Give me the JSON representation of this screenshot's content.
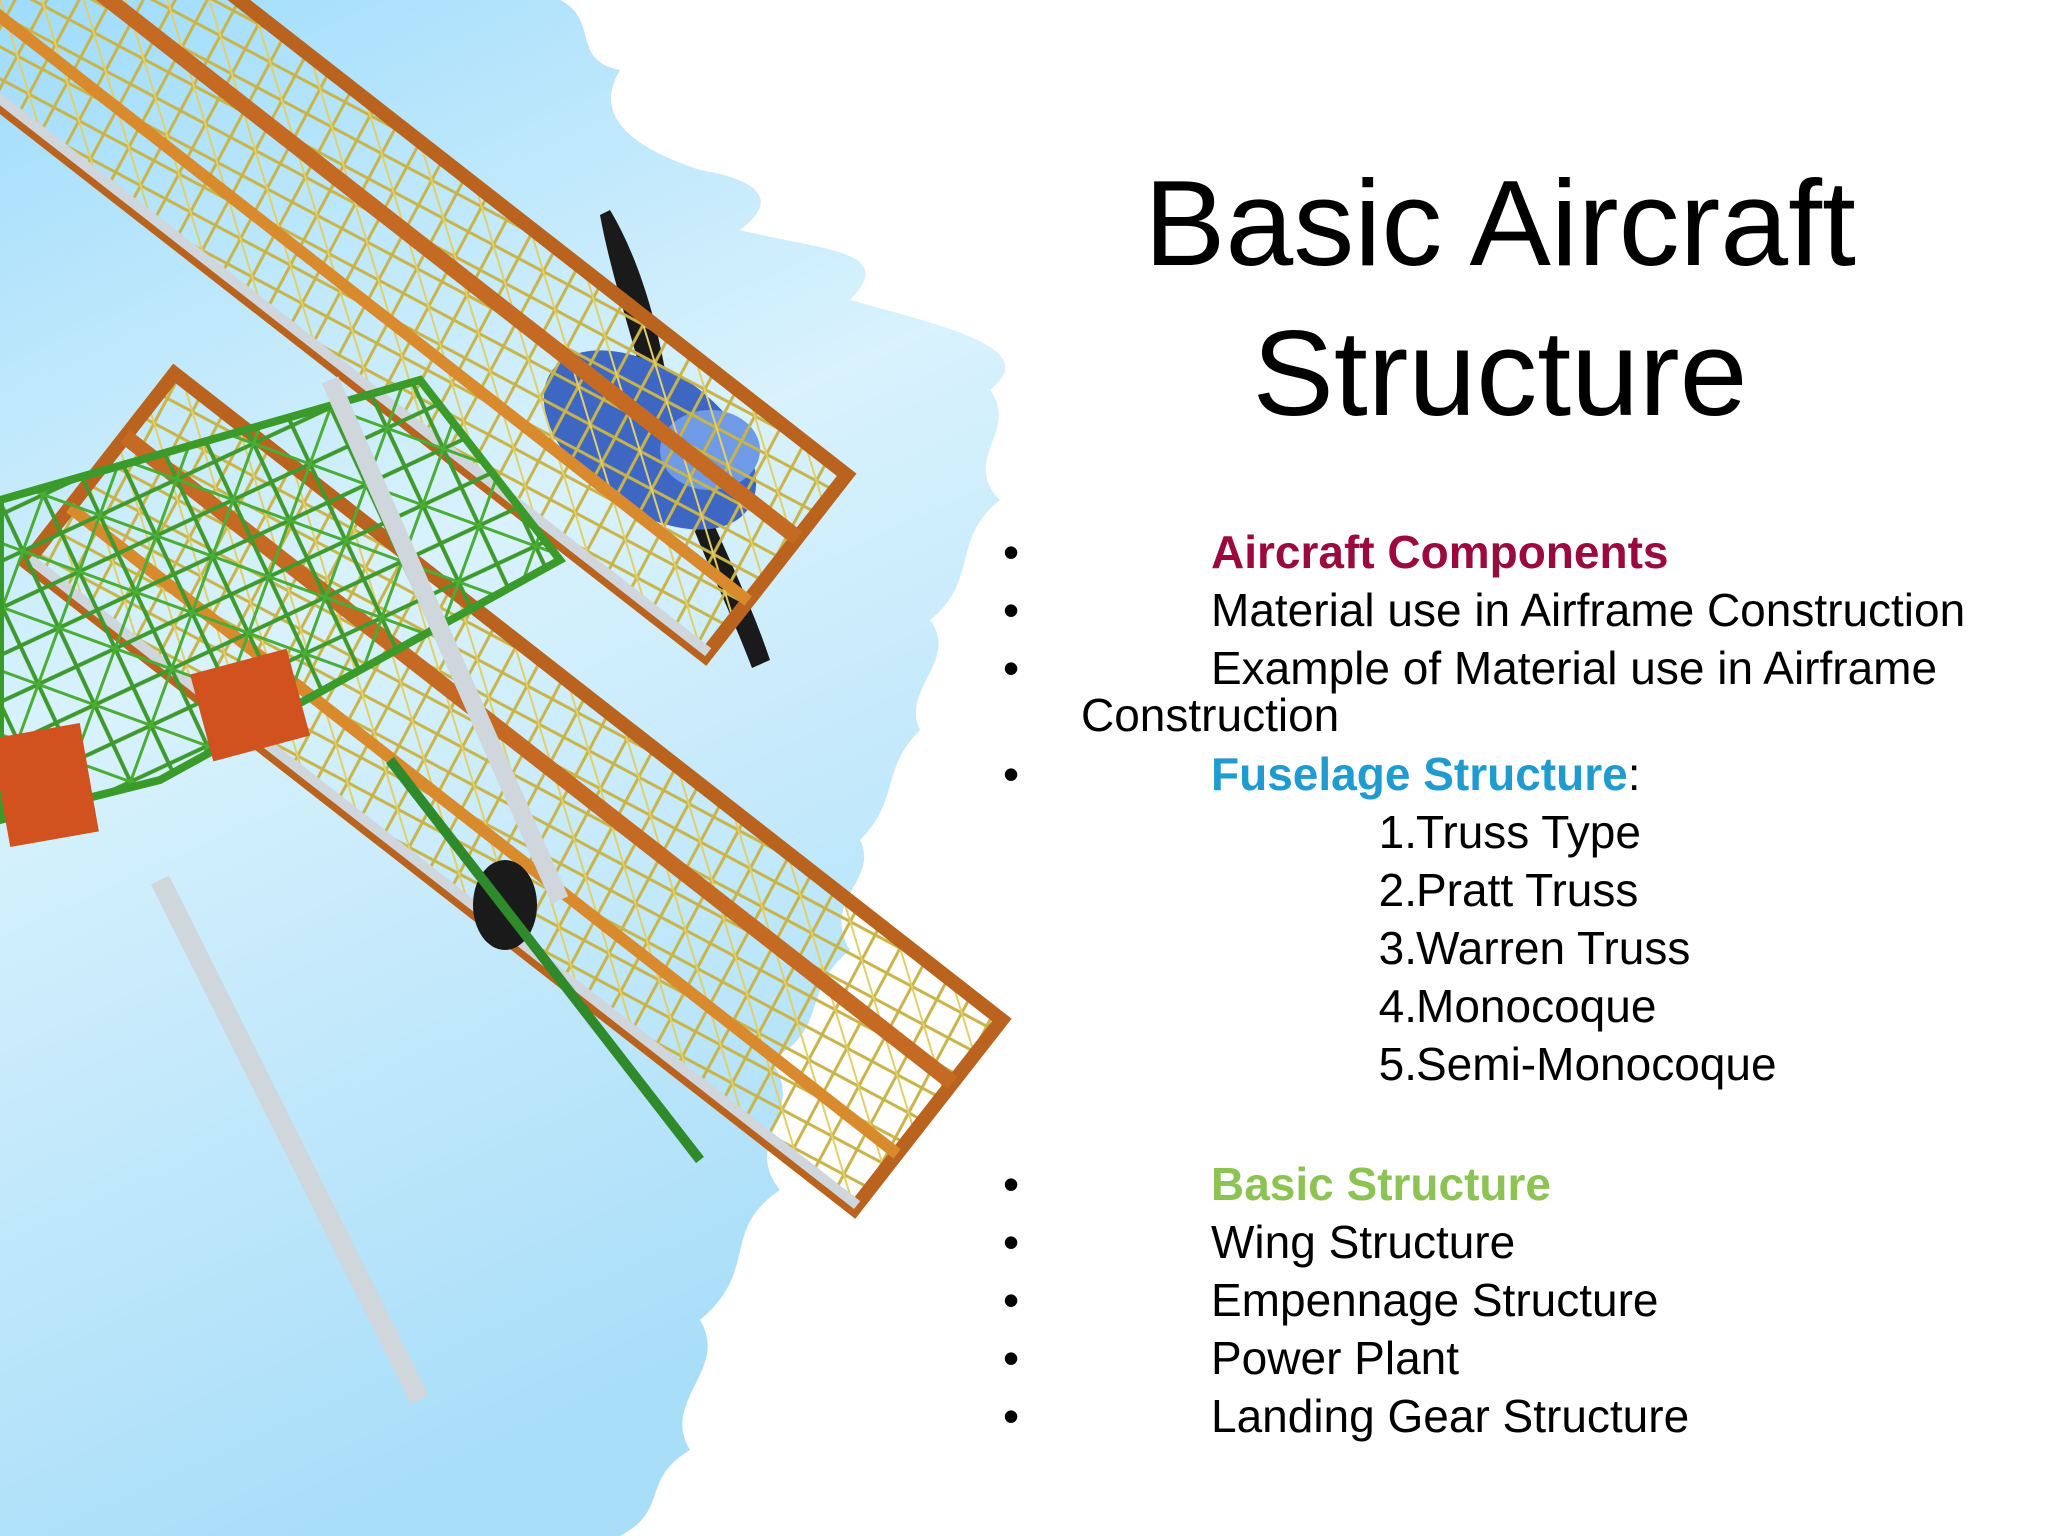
{
  "slide": {
    "title_line1": "Basic Aircraft",
    "title_line2": "Structure"
  },
  "colors": {
    "components": "#9b0a3c",
    "fuselage": "#1f9bcf",
    "basic": "#8dc353",
    "sky": "#aee2fb"
  },
  "illustration": {
    "icon": "biplane-framework-illustration"
  },
  "bullet_char": "•",
  "items": [
    {
      "text": "Aircraft Components"
    },
    {
      "text": "Material use in Airframe Construction"
    },
    {
      "text": "Example of Material use in Airframe",
      "continuation": "Construction"
    },
    {
      "text": "Fuselage Structure",
      "suffix": ":"
    },
    {
      "text": "Basic Structure"
    },
    {
      "text": "Wing Structure"
    },
    {
      "text": "Empennage Structure"
    },
    {
      "text": "Power Plant"
    },
    {
      "text": "Landing Gear Structure"
    }
  ],
  "fuselage_types": [
    {
      "num": "1.",
      "text": "Truss Type"
    },
    {
      "num": "2.",
      "text": "Pratt Truss"
    },
    {
      "num": "3.",
      "text": "Warren Truss"
    },
    {
      "num": "4.",
      "text": "Monocoque"
    },
    {
      "num": "5.",
      "text": "Semi-Monocoque"
    }
  ]
}
